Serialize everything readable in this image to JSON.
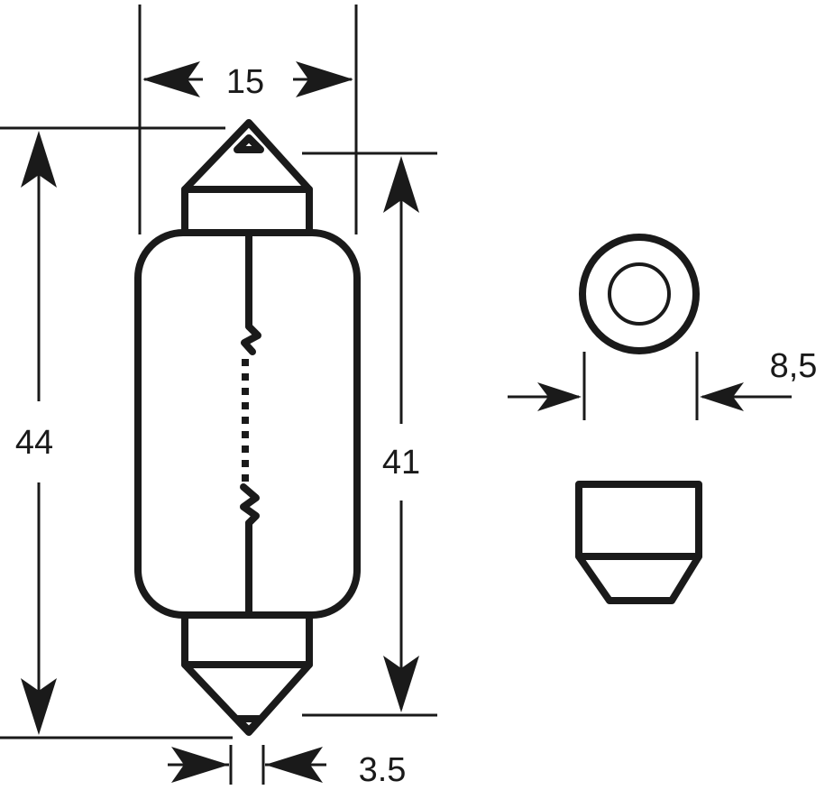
{
  "drawing": {
    "dimensions": {
      "top_width": "15",
      "overall_length": "44",
      "body_length": "41",
      "cap_tip_width": "3.5",
      "cap_diameter": "8,5"
    }
  }
}
